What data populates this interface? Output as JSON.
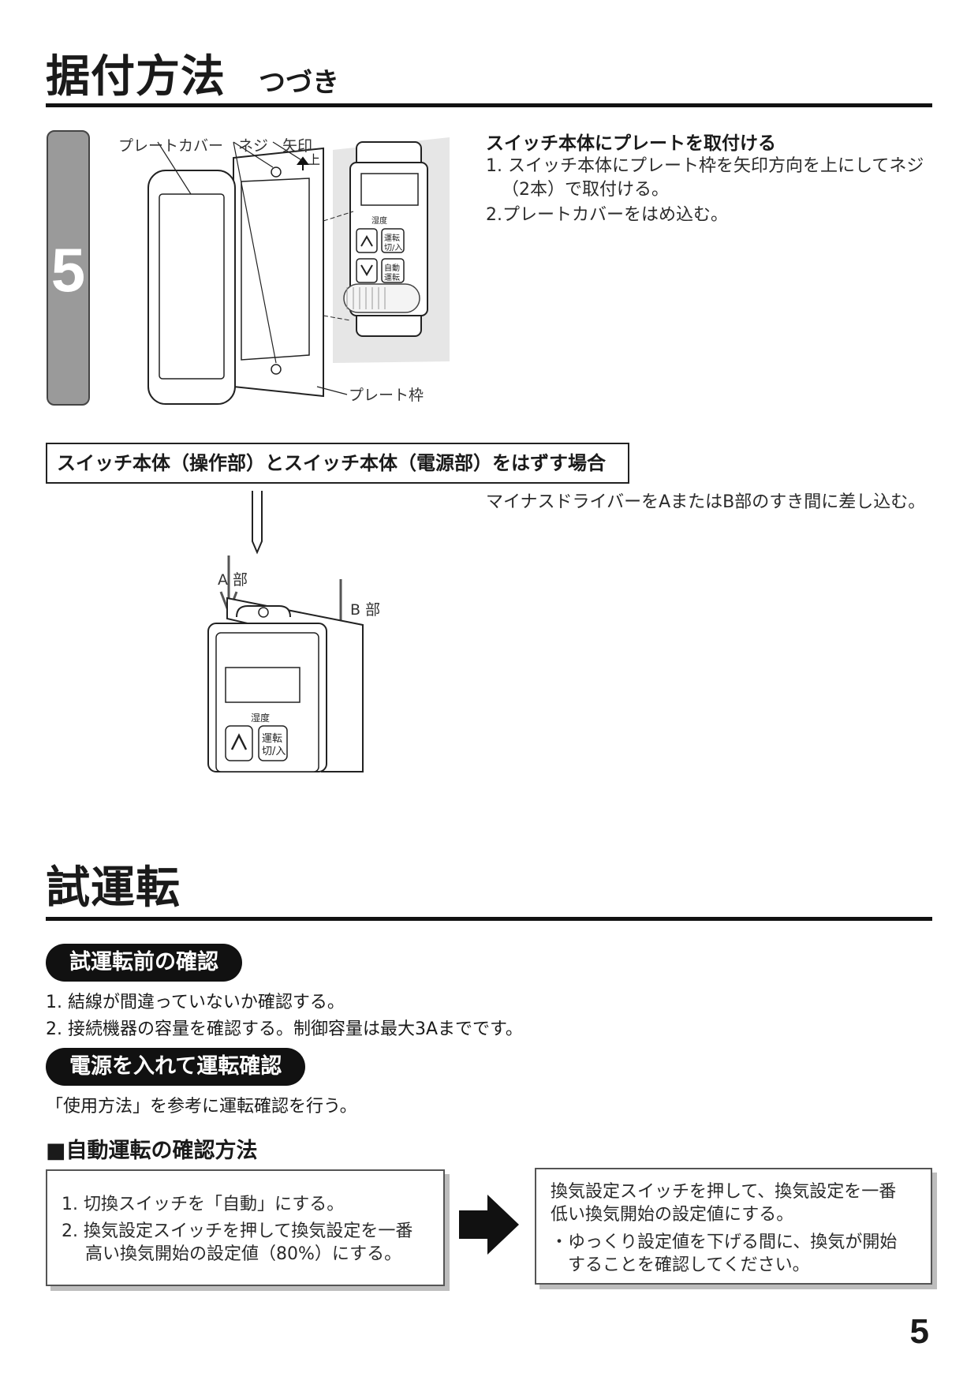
{
  "section1": {
    "title": "据付方法",
    "subtitle": "つづき",
    "step_tab": "5"
  },
  "plate_install": {
    "diagram_labels": {
      "plate_cover": "プレートカバー",
      "screw": "ネジ",
      "arrow_mark": "矢印",
      "up": "上",
      "plate_frame": "プレート枠",
      "humidity": "湿度",
      "run_on_off_1": "運転",
      "run_on_off_2": "切/入",
      "auto_run_1": "自動",
      "auto_run_2": "運転"
    },
    "heading": "スイッチ本体にプレートを取付ける",
    "steps": [
      "1. スイッチ本体にプレート枠を矢印方向を上にしてネジ",
      "（2本）で取付ける。",
      "2.プレートカバーをはめ込む。"
    ]
  },
  "removal": {
    "box_heading": "スイッチ本体（操作部）とスイッチ本体（電源部）をはずす場合",
    "instruction": "マイナスドライバーをAまたはB部のすき間に差し込む。",
    "label_a": "A 部",
    "label_b": "B 部",
    "humidity": "湿度",
    "run_1": "運転",
    "run_2": "切/入"
  },
  "section2": {
    "title": "試運転"
  },
  "pre_check": {
    "pill": "試運転前の確認",
    "items": [
      "1. 結線が間違っていないか確認する。",
      "2. 接続機器の容量を確認する。制御容量は最大3Aまでです。"
    ]
  },
  "power_check": {
    "pill": "電源を入れて運転確認",
    "text": "「使用方法」を参考に運転確認を行う。"
  },
  "auto_check": {
    "heading": "■自動運転の確認方法",
    "left_box": [
      "1. 切換スイッチを「自動」にする。",
      "2. 換気設定スイッチを押して換気設定を一番",
      "高い換気開始の設定値（80%）にする。"
    ],
    "right_box": [
      "換気設定スイッチを押して、換気設定を一番",
      "低い換気開始の設定値にする。",
      "・ゆっくり設定値を下げる間に、換気が開始",
      "することを確認してください。"
    ]
  },
  "page_number": "5"
}
